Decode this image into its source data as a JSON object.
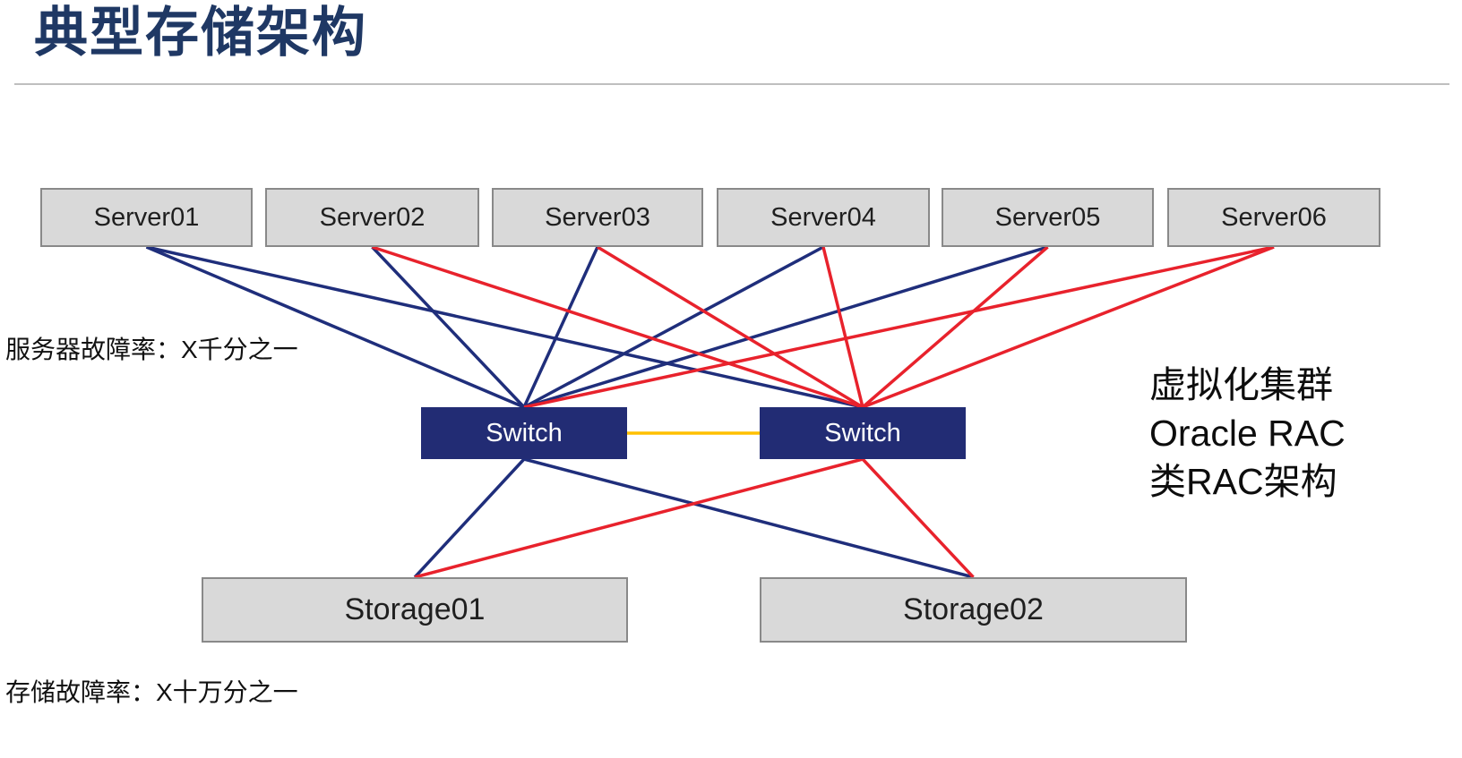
{
  "title": "典型存储架构",
  "annotations": {
    "server_failure": "服务器故障率：X千分之一",
    "storage_failure": "存储故障率：X十万分之一",
    "right_note_lines": [
      "虚拟化集群",
      "Oracle RAC",
      "类RAC架构"
    ]
  },
  "nodes": {
    "servers": [
      {
        "id": "server01",
        "label": "Server01"
      },
      {
        "id": "server02",
        "label": "Server02"
      },
      {
        "id": "server03",
        "label": "Server03"
      },
      {
        "id": "server04",
        "label": "Server04"
      },
      {
        "id": "server05",
        "label": "Server05"
      },
      {
        "id": "server06",
        "label": "Server06"
      }
    ],
    "switches": [
      {
        "id": "switch-left",
        "label": "Switch"
      },
      {
        "id": "switch-right",
        "label": "Switch"
      }
    ],
    "storages": [
      {
        "id": "storage01",
        "label": "Storage01"
      },
      {
        "id": "storage02",
        "label": "Storage02"
      }
    ]
  },
  "colors": {
    "navy": "#1F2E7B",
    "red": "#E8222C",
    "orange": "#FFC000",
    "box_fill": "#D9D9D9",
    "box_border": "#898989",
    "switch_fill": "#222C74",
    "title": "#1F3864"
  },
  "edges": [
    {
      "from": "server01",
      "to": "switch-left",
      "color": "navy"
    },
    {
      "from": "server02",
      "to": "switch-left",
      "color": "navy"
    },
    {
      "from": "server03",
      "to": "switch-left",
      "color": "navy"
    },
    {
      "from": "server04",
      "to": "switch-left",
      "color": "navy"
    },
    {
      "from": "server05",
      "to": "switch-left",
      "color": "navy"
    },
    {
      "from": "server01",
      "to": "switch-right",
      "color": "navy"
    },
    {
      "from": "server02",
      "to": "switch-right",
      "color": "red"
    },
    {
      "from": "server03",
      "to": "switch-right",
      "color": "red"
    },
    {
      "from": "server04",
      "to": "switch-right",
      "color": "red"
    },
    {
      "from": "server05",
      "to": "switch-right",
      "color": "red"
    },
    {
      "from": "server06",
      "to": "switch-right",
      "color": "red"
    },
    {
      "from": "server06",
      "to": "switch-left",
      "color": "red"
    },
    {
      "from": "switch-left",
      "to": "switch-right",
      "color": "orange"
    },
    {
      "from": "switch-left",
      "to": "storage01",
      "color": "navy"
    },
    {
      "from": "switch-left",
      "to": "storage02",
      "color": "navy"
    },
    {
      "from": "switch-right",
      "to": "storage01",
      "color": "red"
    },
    {
      "from": "switch-right",
      "to": "storage02",
      "color": "red"
    }
  ]
}
